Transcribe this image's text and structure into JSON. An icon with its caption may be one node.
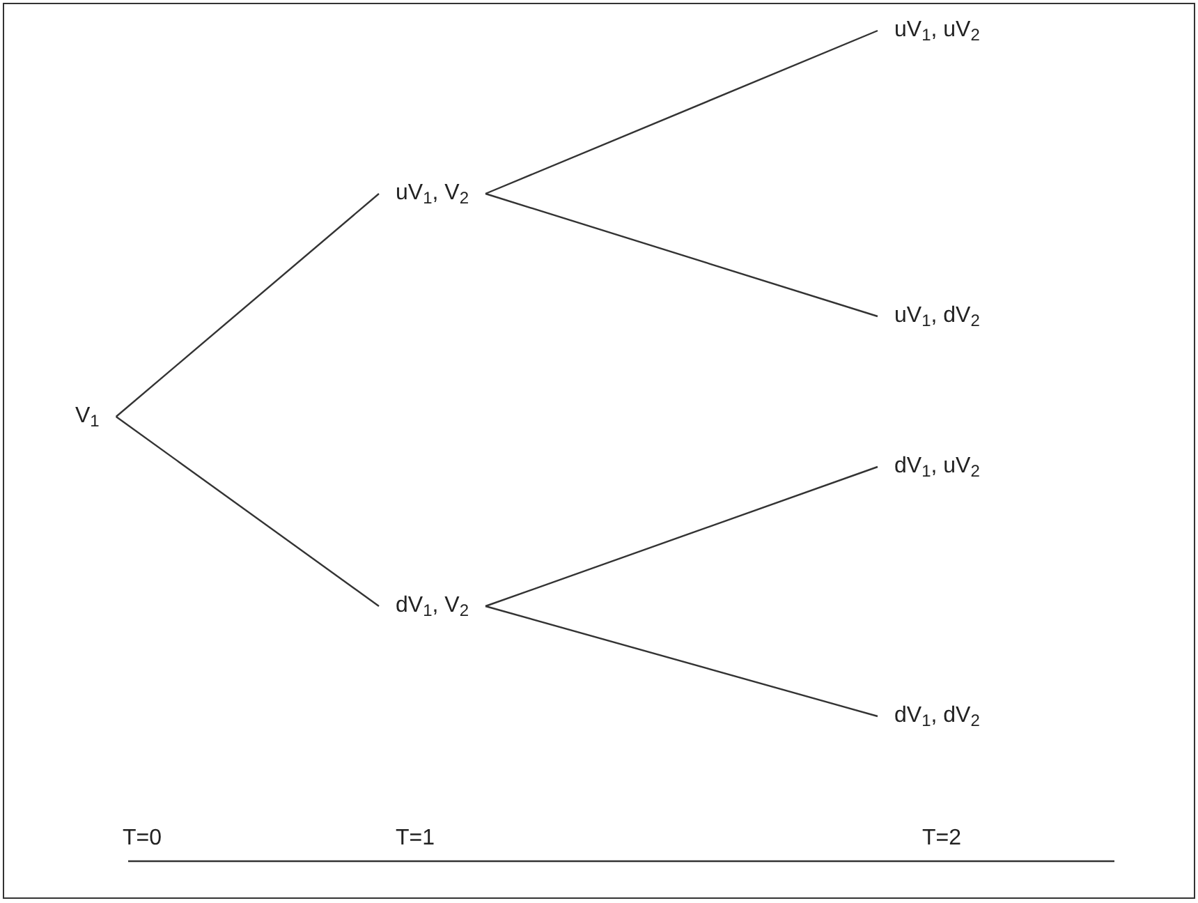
{
  "diagram": {
    "nodes": [
      {
        "text": [
          "V$_{1}$"
        ]
      },
      {
        "text": [
          "uV$_{1}$, V$_{2}$"
        ]
      },
      {
        "text": [
          "dV$_{1}$, V$_{2}$"
        ]
      },
      {
        "text": [
          "uV$_{1}$, uV$_{2}$"
        ]
      },
      {
        "text": [
          "uV$_{1}$, dV$_{2}$"
        ]
      },
      {
        "text": [
          "dV$_{1}$, uV$_{2}$"
        ]
      },
      {
        "text": [
          "dV$_{1}$, dV$_{2}$"
        ]
      }
    ],
    "edges": [
      {
        "from": 0,
        "to": 1,
        "arrow": "none"
      },
      {
        "from": 0,
        "to": 2,
        "arrow": "none"
      },
      {
        "from": 1,
        "to": 3,
        "arrow": "none"
      },
      {
        "from": 1,
        "to": 4,
        "arrow": "none"
      },
      {
        "from": 2,
        "to": 5,
        "arrow": "none"
      },
      {
        "from": 2,
        "to": 6,
        "arrow": "none"
      }
    ],
    "labels": [
      "T=0",
      "T=1",
      "T=2"
    ]
  }
}
